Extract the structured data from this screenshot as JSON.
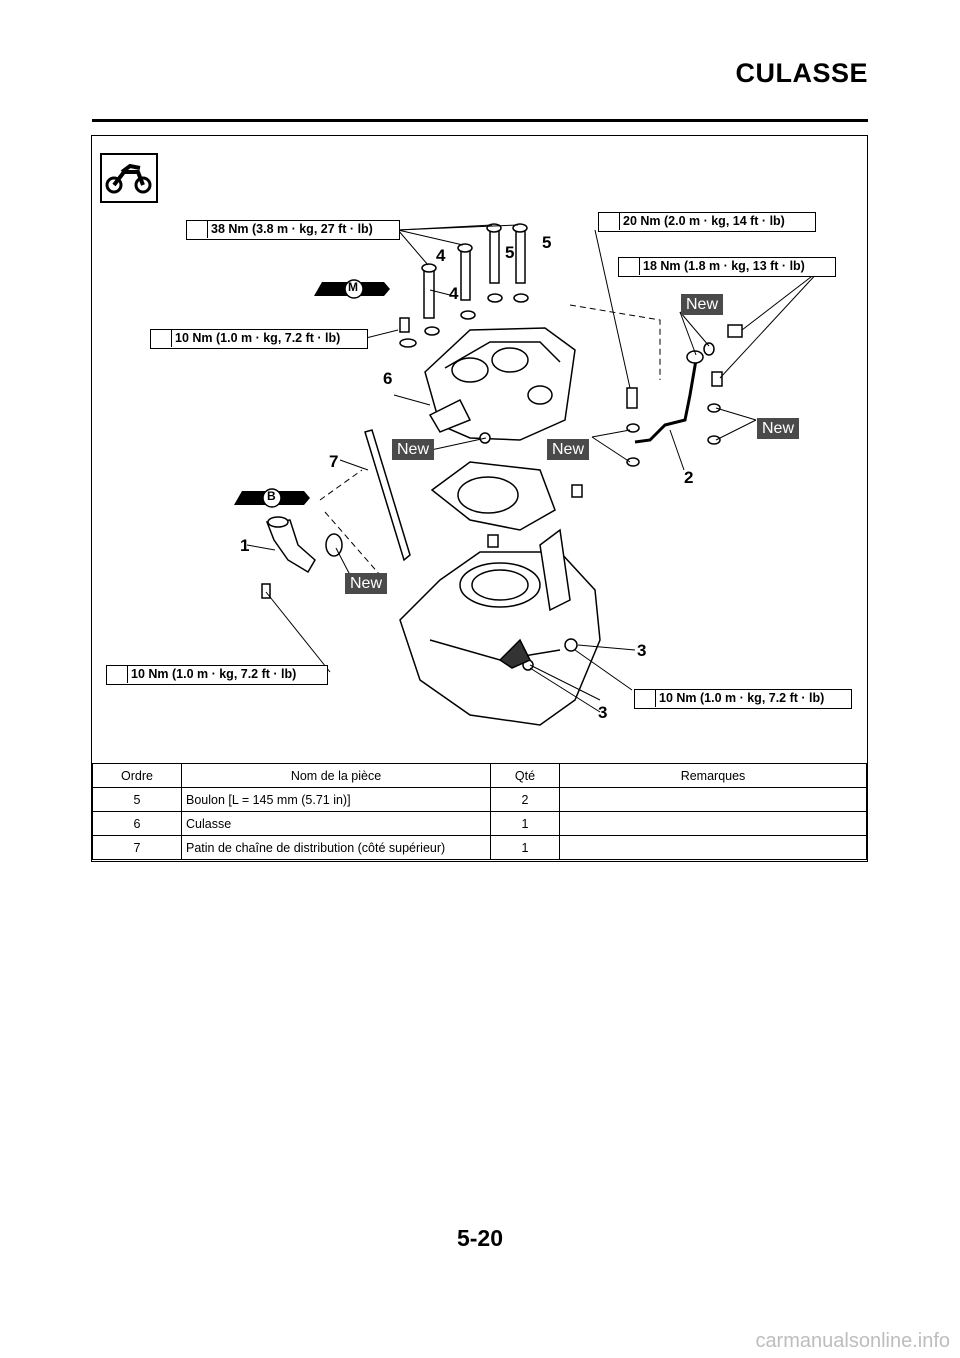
{
  "header": {
    "title": "CULASSE"
  },
  "diagram": {
    "torques": {
      "t38": "38 Nm (3.8 m · kg, 27 ft · lb)",
      "t20": "20 Nm (2.0 m · kg, 14 ft · lb)",
      "t18": "18 Nm (1.8 m · kg, 13 ft · lb)",
      "t10a": "10 Nm (1.0 m · kg, 7.2 ft · lb)",
      "t10b": "10 Nm (1.0 m · kg, 7.2 ft · lb)",
      "t10c": "10 Nm (1.0 m · kg, 7.2 ft · lb)"
    },
    "new_label": "New",
    "callouts": {
      "n1": "1",
      "n2": "2",
      "n3": "3",
      "n4": "4",
      "n5": "5",
      "n6": "6",
      "n7": "7"
    },
    "symbols": {
      "molybdenum": "M",
      "grease": "B"
    }
  },
  "table": {
    "headers": {
      "order": "Ordre",
      "name": "Nom de la pièce",
      "qty": "Qté",
      "remarks": "Remarques"
    },
    "rows": [
      {
        "order": "5",
        "name": "Boulon [L = 145 mm (5.71 in)]",
        "qty": "2",
        "remarks": ""
      },
      {
        "order": "6",
        "name": "Culasse",
        "qty": "1",
        "remarks": ""
      },
      {
        "order": "7",
        "name": "Patin de chaîne de distribution (côté supérieur)",
        "qty": "1",
        "remarks": ""
      }
    ]
  },
  "footer": {
    "page_number": "5-20"
  },
  "watermark": "carmanualsonline.info"
}
